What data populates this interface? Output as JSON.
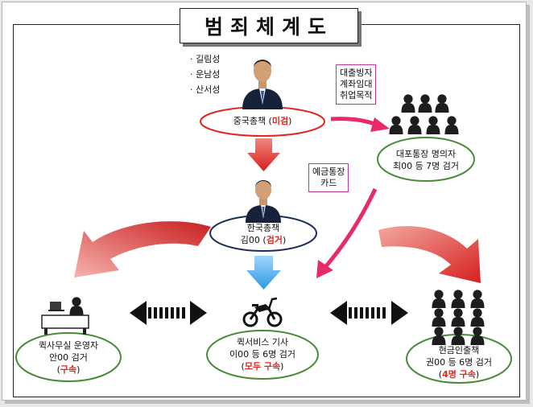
{
  "title": "범죄체계도",
  "aliases": [
    "· 길림성",
    "· 운남성",
    "· 산서성"
  ],
  "nodes": {
    "china_boss": {
      "role": "중국총책",
      "status": "미검"
    },
    "korea_boss": {
      "role": "한국총책",
      "name": "김00",
      "status": "검거"
    },
    "account_holders": {
      "role": "대포통장 명의자",
      "detail": "최00 등 7명 검거"
    },
    "office": {
      "role": "퀵사무실 운영자",
      "detail": "안00 검거",
      "status": "구속"
    },
    "couriers": {
      "role": "퀵서비스 기사",
      "detail": "이00 등 6명 검거",
      "status": "모두 구속"
    },
    "withdrawers": {
      "role": "현금인출책",
      "detail": "권00 등 6명 검거",
      "status": "4명 구속"
    }
  },
  "notes": {
    "loan": [
      "대출빙자",
      "계좌임대",
      "취업목적"
    ],
    "deposit": [
      "예금통장",
      "카드"
    ]
  },
  "colors": {
    "red": "#e0271f",
    "pink": "#e62a6a",
    "blue": "#3aa3ea",
    "navy": "#1a2d55",
    "green": "#4a8a3a"
  }
}
